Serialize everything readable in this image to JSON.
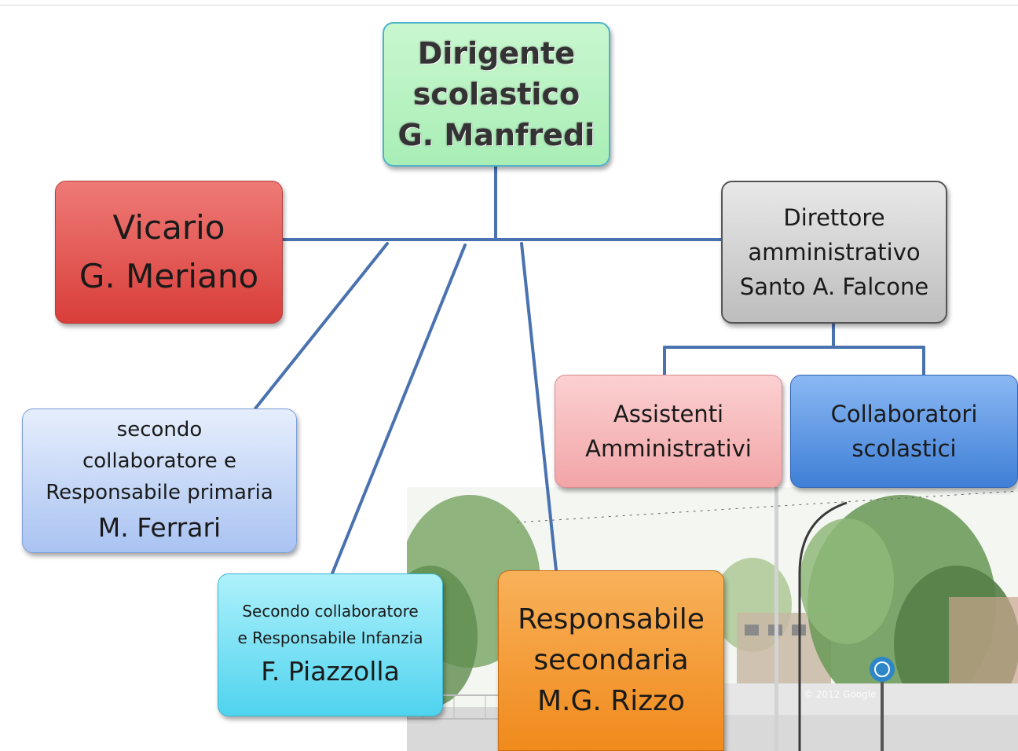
{
  "dirigente": {
    "line1": "Dirigente",
    "line2": "scolastico",
    "name": "G. Manfredi"
  },
  "vicario": {
    "role": "Vicario",
    "name": "G. Meriano"
  },
  "direttore": {
    "line1": "Direttore",
    "line2": "amministrativo",
    "name": "Santo A. Falcone"
  },
  "assistenti": {
    "line1": "Assistenti",
    "line2": "Amministrativi"
  },
  "collaboratori_scolastici": {
    "line1": "Collaboratori",
    "line2": "scolastici"
  },
  "secondo_primaria": {
    "line1": "secondo",
    "line2": "collaboratore e",
    "line3": "Responsabile primaria",
    "name": "M. Ferrari"
  },
  "secondo_infanzia": {
    "line1": "Secondo collaboratore",
    "line2": "e Responsabile Infanzia",
    "name": "F. Piazzolla"
  },
  "responsabile_secondaria": {
    "line1": "Responsabile",
    "line2": "secondaria",
    "name": "M.G. Rizzo"
  },
  "photo": {
    "watermark": "© 2012 Google"
  },
  "colors": {
    "connector": "#4a72b0"
  }
}
